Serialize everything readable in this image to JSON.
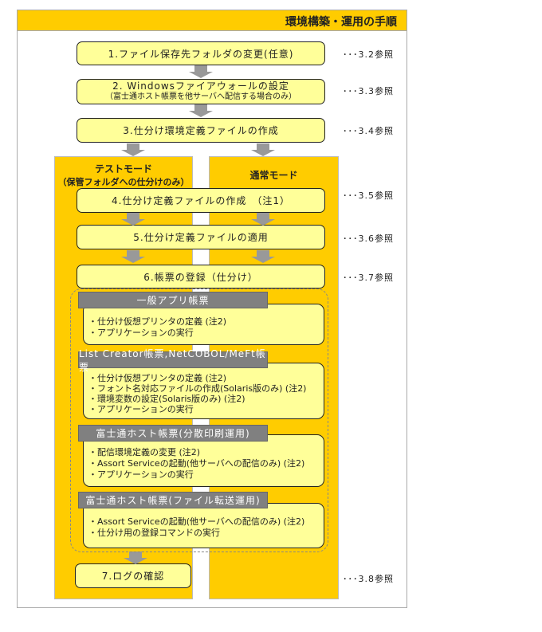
{
  "title": "環境構築・運用の手順",
  "steps": [
    {
      "label": "1.ファイル保存先フォルダの変更(任意)",
      "ref": "･･･3.2参照"
    },
    {
      "label": "2. Windowsファイアウォールの設定",
      "sub": "（富士通ホスト帳票を他サーバへ配信する場合のみ）",
      "ref": "･･･3.3参照"
    },
    {
      "label": "3.仕分け環境定義ファイルの作成",
      "ref": "･･･3.4参照"
    },
    {
      "label": "4.仕分け定義ファイルの作成　（注1）",
      "ref": "･･･3.5参照"
    },
    {
      "label": "5.仕分け定義ファイルの適用",
      "ref": "･･･3.6参照"
    },
    {
      "label": "6.帳票の登録（仕分け）",
      "ref": "･･･3.7参照"
    },
    {
      "label": "7.ログの確認",
      "ref": "･･･3.8参照"
    }
  ],
  "modes": {
    "test_title": "テストモード",
    "test_sub": "（保管フォルダへの仕分けのみ）",
    "normal_title": "通常モード"
  },
  "groups": [
    {
      "header": "一般アプリ帳票",
      "items": [
        "・仕分け仮想プリンタの定義 (注2)",
        "・アプリケーションの実行"
      ]
    },
    {
      "header": "List Creator帳票,NetCOBOL/MeFt帳票",
      "items": [
        "・仕分け仮想プリンタの定義 (注2)",
        "・フォント名対応ファイルの作成(Solaris版のみ) (注2)",
        "・環境変数の設定(Solaris版のみ) (注2)",
        "・アプリケーションの実行"
      ]
    },
    {
      "header": "富士通ホスト帳票(分散印刷運用)",
      "items": [
        "・配信環境定義の変更 (注2)",
        "・Assort Serviceの起動(他サーバへの配信のみ) (注2)",
        "・アプリケーションの実行"
      ]
    },
    {
      "header": "富士通ホスト帳票(ファイル転送運用)",
      "items": [
        "・Assort Serviceの起動(他サーバへの配信のみ) (注2)",
        "・仕分け用の登録コマンドの実行"
      ]
    }
  ]
}
